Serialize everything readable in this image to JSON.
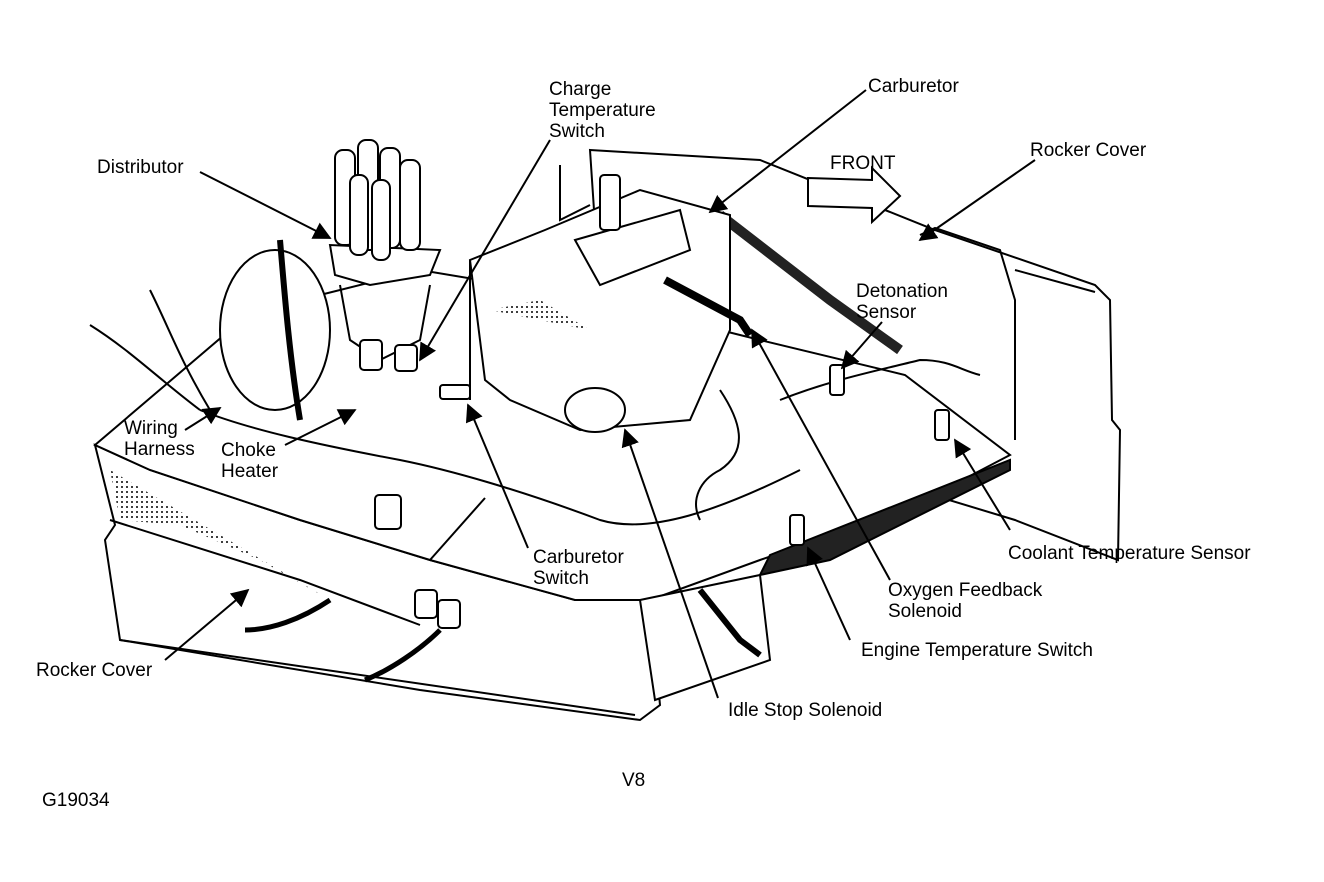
{
  "figure_id": "G19034",
  "engine_label": "V8",
  "front_label": "FRONT",
  "labels": {
    "distributor": "Distributor",
    "charge_temp_switch": [
      "Charge",
      "Temperature",
      "Switch"
    ],
    "carburetor": "Carburetor",
    "rocker_cover_right": "Rocker Cover",
    "detonation_sensor": [
      "Detonation",
      "Sensor"
    ],
    "wiring_harness": [
      "Wiring",
      "Harness"
    ],
    "choke_heater": [
      "Choke",
      "Heater"
    ],
    "carburetor_switch": [
      "Carburetor",
      "Switch"
    ],
    "coolant_temp_sensor": "Coolant Temperature Sensor",
    "oxygen_feedback_solenoid": [
      "Oxygen Feedback",
      "Solenoid"
    ],
    "engine_temp_switch": "Engine Temperature Switch",
    "rocker_cover_left": "Rocker Cover",
    "idle_stop_solenoid": "Idle Stop Solenoid"
  }
}
